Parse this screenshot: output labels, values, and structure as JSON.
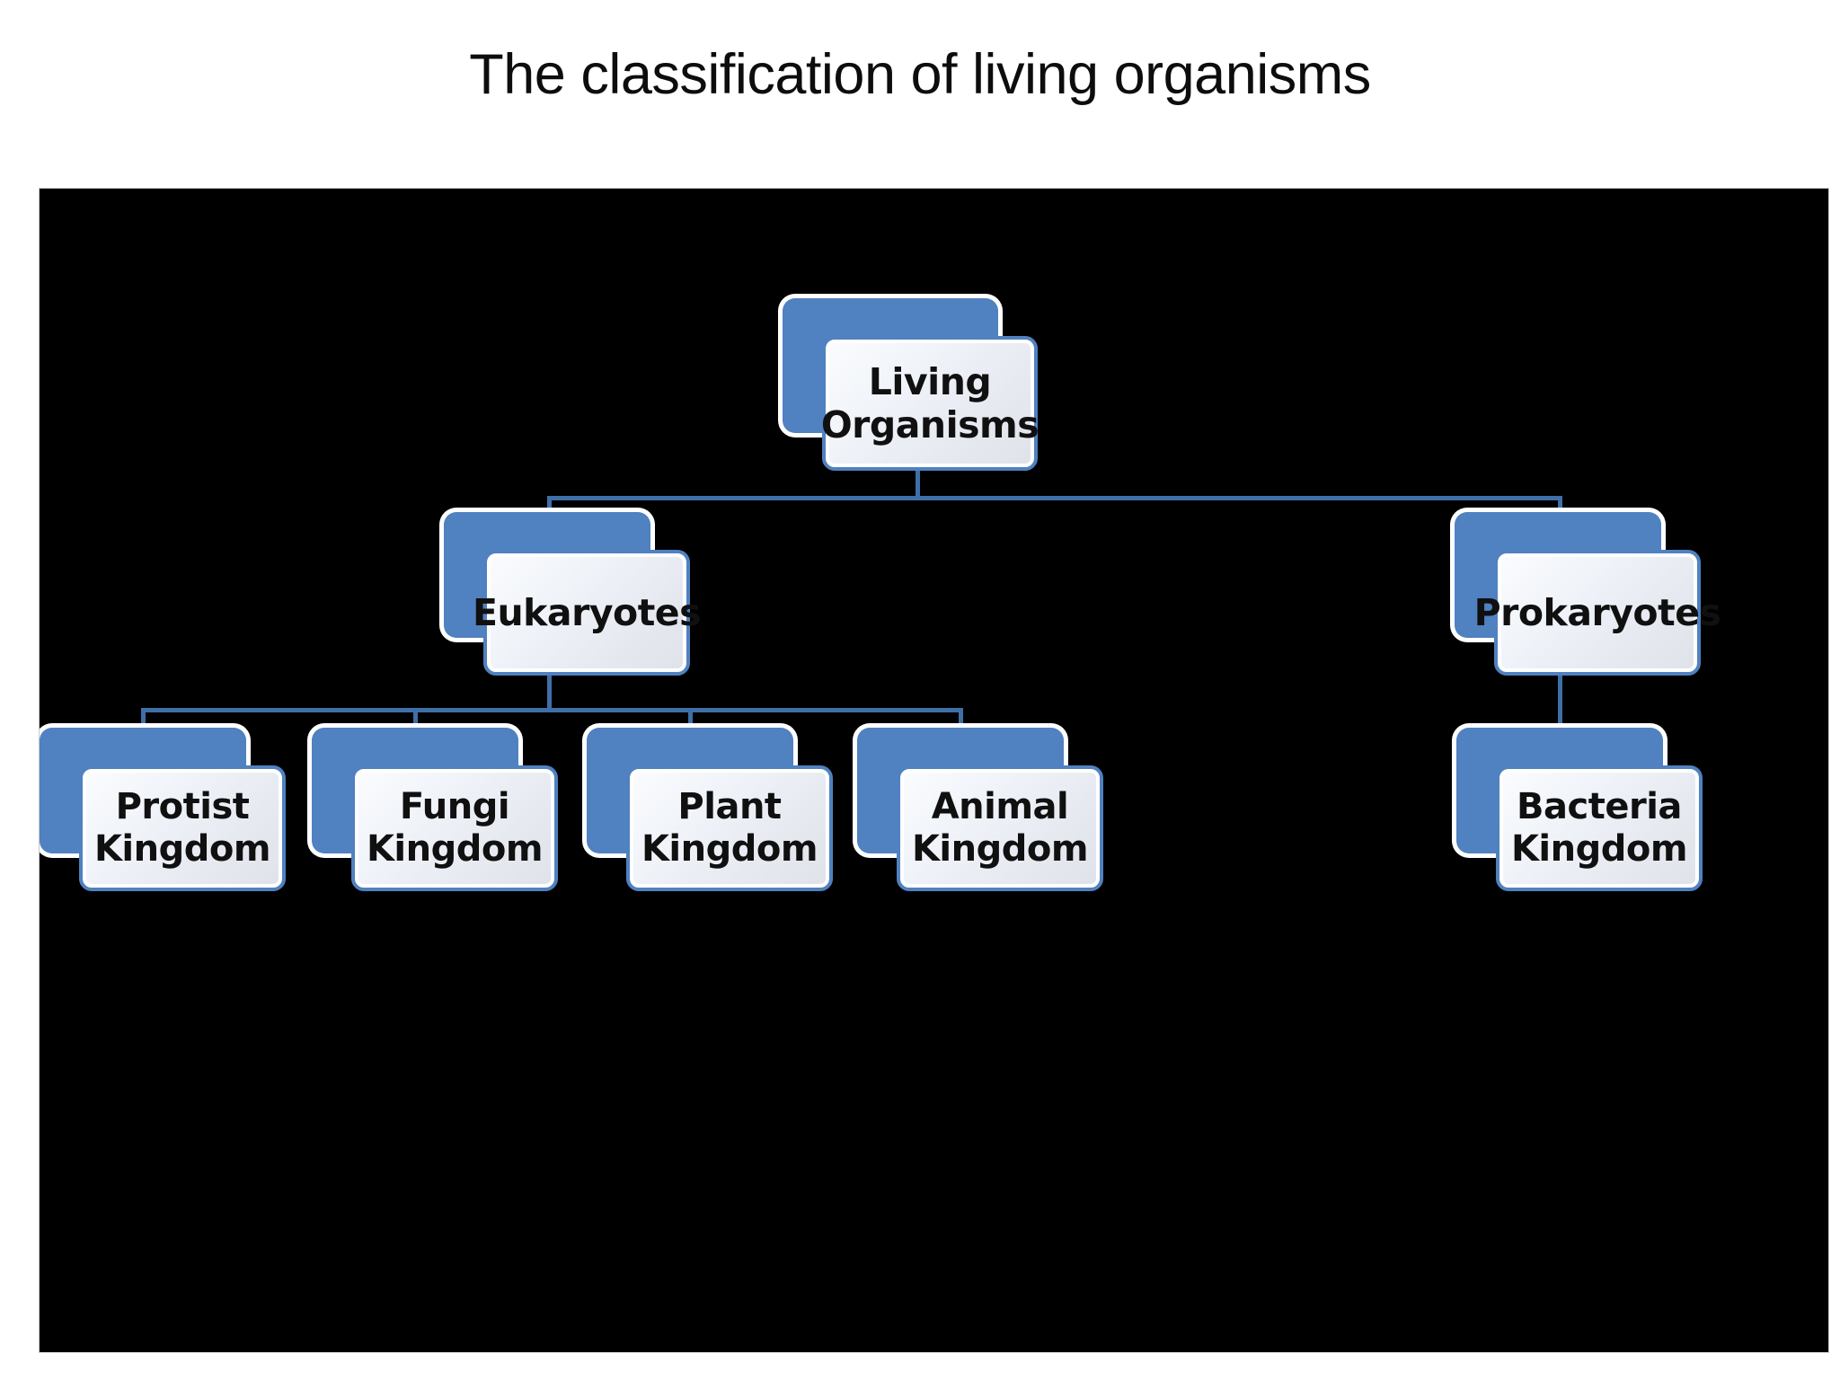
{
  "slide": {
    "title": "The classification of living organisms",
    "canvas_background": "#000000",
    "page_background": "#ffffff"
  },
  "theme": {
    "node_back_color": "#5081c0",
    "node_front_gradient_start": "#fbfcfe",
    "node_front_gradient_end": "#dfe3e9",
    "node_border_color": "#5081c0",
    "node_outline_color": "#ffffff",
    "connector_color": "#3f6fa8",
    "label_color": "#101010",
    "title_color": "#0d0d0d"
  },
  "chart_data": {
    "type": "diagram",
    "subtype": "hierarchy-tree",
    "title": "The classification of living organisms",
    "orientation": "top-down",
    "levels": 3,
    "nodes": [
      {
        "id": "living-organisms",
        "label": "Living\nOrganisms",
        "level": 0,
        "parent": null
      },
      {
        "id": "eukaryotes",
        "label": "Eukaryotes",
        "level": 1,
        "parent": "living-organisms"
      },
      {
        "id": "prokaryotes",
        "label": "Prokaryotes",
        "level": 1,
        "parent": "living-organisms"
      },
      {
        "id": "protist-kingdom",
        "label": "Protist\nKingdom",
        "level": 2,
        "parent": "eukaryotes"
      },
      {
        "id": "fungi-kingdom",
        "label": "Fungi\nKingdom",
        "level": 2,
        "parent": "eukaryotes"
      },
      {
        "id": "plant-kingdom",
        "label": "Plant\nKingdom",
        "level": 2,
        "parent": "eukaryotes"
      },
      {
        "id": "animal-kingdom",
        "label": "Animal\nKingdom",
        "level": 2,
        "parent": "eukaryotes"
      },
      {
        "id": "bacteria-kingdom",
        "label": "Bacteria\nKingdom",
        "level": 2,
        "parent": "prokaryotes"
      }
    ],
    "edges": [
      {
        "from": "living-organisms",
        "to": "eukaryotes"
      },
      {
        "from": "living-organisms",
        "to": "prokaryotes"
      },
      {
        "from": "eukaryotes",
        "to": "protist-kingdom"
      },
      {
        "from": "eukaryotes",
        "to": "fungi-kingdom"
      },
      {
        "from": "eukaryotes",
        "to": "plant-kingdom"
      },
      {
        "from": "eukaryotes",
        "to": "animal-kingdom"
      },
      {
        "from": "prokaryotes",
        "to": "bacteria-kingdom"
      }
    ]
  },
  "tree": {
    "root": {
      "label": "Living\nOrganisms"
    },
    "level1": [
      {
        "label": "Eukaryotes"
      },
      {
        "label": "Prokaryotes"
      }
    ],
    "level2": [
      {
        "label": "Protist\nKingdom"
      },
      {
        "label": "Fungi\nKingdom"
      },
      {
        "label": "Plant\nKingdom"
      },
      {
        "label": "Animal\nKingdom"
      },
      {
        "label": "Bacteria\nKingdom"
      }
    ]
  }
}
